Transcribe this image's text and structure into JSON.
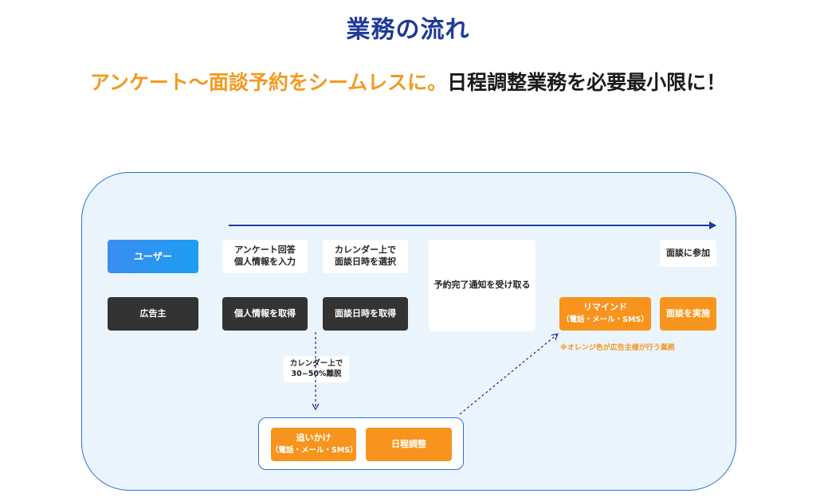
{
  "title": "業務の流れ",
  "subtitle": {
    "part1": "アンケート〜面談予約をシームレスに。",
    "part2": "日程調整業務を必要最小限に！"
  },
  "rows": {
    "user_label": "ユーザー",
    "advertiser_label": "広告主"
  },
  "steps": {
    "survey_line1": "アンケート回答",
    "survey_line2": "個人情報を入力",
    "calendar_line1": "カレンダー上で",
    "calendar_line2": "面談日時を選択",
    "booking_notice": "予約完了通知を受け取る",
    "attend": "面談に参加",
    "get_personal_info": "個人情報を取得",
    "get_datetime": "面談日時を取得",
    "remind_line1": "リマインド",
    "remind_line2": "（電話・メール・SMS）",
    "conduct": "面談を実施",
    "follow_line1": "追いかけ",
    "follow_line2": "（電話・メール・SMS）",
    "scheduling": "日程調整"
  },
  "callout": {
    "line1": "カレンダー上で",
    "line2": "30~50%離脱"
  },
  "note": "※オレンジ色が広告主様が行う業務",
  "colors": {
    "title": "#1e3a9a",
    "accent_orange": "#f7941d",
    "panel_bg": "#eaf4fd",
    "panel_border": "#2e6fd1",
    "dark_box": "#333333",
    "user_blue": "#1c9ef1"
  }
}
